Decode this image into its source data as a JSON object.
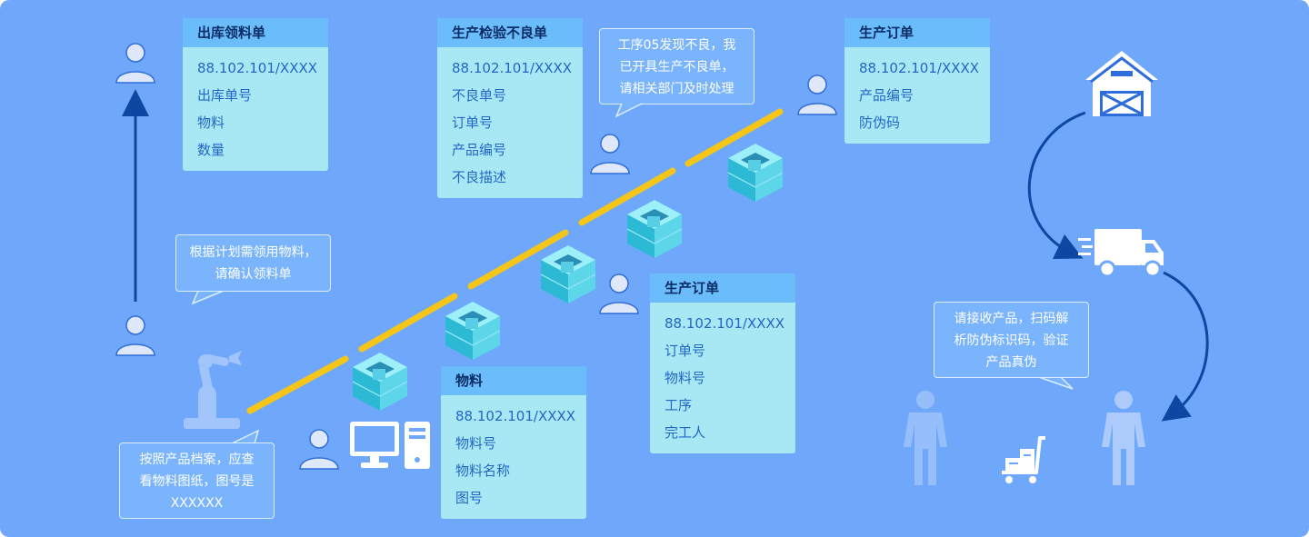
{
  "cards": {
    "outbound": {
      "title": "出库领料单",
      "rows": [
        "88.102.101/XXXX",
        "出库单号",
        "物料",
        "数量"
      ]
    },
    "defect": {
      "title": "生产检验不良单",
      "rows": [
        "88.102.101/XXXX",
        "不良单号",
        "订单号",
        "产品编号",
        "不良描述"
      ]
    },
    "order_top": {
      "title": "生产订单",
      "rows": [
        "88.102.101/XXXX",
        "产品编号",
        "防伪码"
      ]
    },
    "order_mid": {
      "title": "生产订单",
      "rows": [
        "88.102.101/XXXX",
        "订单号",
        "物料号",
        "工序",
        "完工人"
      ]
    },
    "material": {
      "title": "物料",
      "rows": [
        "88.102.101/XXXX",
        "物料号",
        "物料名称",
        "图号"
      ]
    }
  },
  "bubbles": {
    "defect_notice": {
      "lines": [
        "工序05发现不良，我",
        "已开具生产不良单，",
        "请相关部门及时处理"
      ]
    },
    "confirm": {
      "lines": [
        "根据计划需领用物料，",
        "请确认领料单"
      ]
    },
    "drawing": {
      "lines": [
        "按照产品档案，应查",
        "看物料图纸，图号是",
        "XXXXXX"
      ]
    },
    "receive": {
      "lines": [
        "请接收产品，扫码解",
        "析防伪标识码，验证",
        "产品真伪"
      ]
    }
  },
  "colors": {
    "background": "#6fa8fb",
    "card": "#a8e8f5",
    "card_header": "#6bbcfa",
    "conveyor": "#f5c518",
    "arrow": "#0d47a1"
  }
}
